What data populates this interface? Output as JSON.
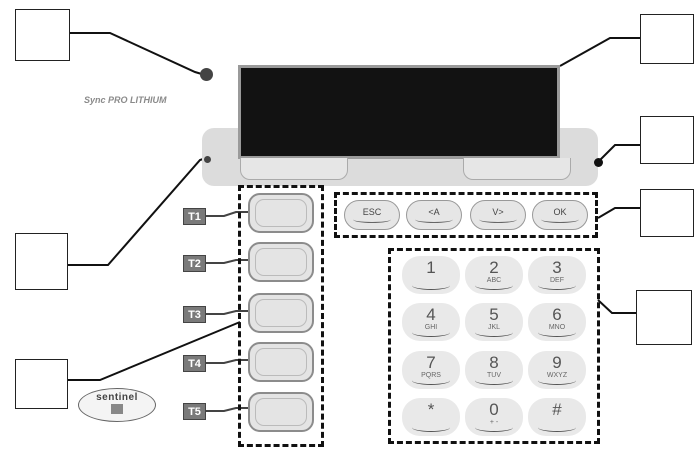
{
  "device": {
    "brand_label": "Sync PRO LITHIUM",
    "sentinel_label": "sentinel"
  },
  "tabs": [
    "T1",
    "T2",
    "T3",
    "T4",
    "T5"
  ],
  "nav_keys": [
    "ESC",
    "<A",
    "V>",
    "OK"
  ],
  "keypad": [
    {
      "digit": "1",
      "sub": ""
    },
    {
      "digit": "2",
      "sub": "ABC"
    },
    {
      "digit": "3",
      "sub": "DEF"
    },
    {
      "digit": "4",
      "sub": "GHI"
    },
    {
      "digit": "5",
      "sub": "JKL"
    },
    {
      "digit": "6",
      "sub": "MNO"
    },
    {
      "digit": "7",
      "sub": "PQRS"
    },
    {
      "digit": "8",
      "sub": "TUV"
    },
    {
      "digit": "9",
      "sub": "WXYZ"
    },
    {
      "digit": "*",
      "sub": ""
    },
    {
      "digit": "0",
      "sub": "+ -"
    },
    {
      "digit": "#",
      "sub": ""
    }
  ]
}
